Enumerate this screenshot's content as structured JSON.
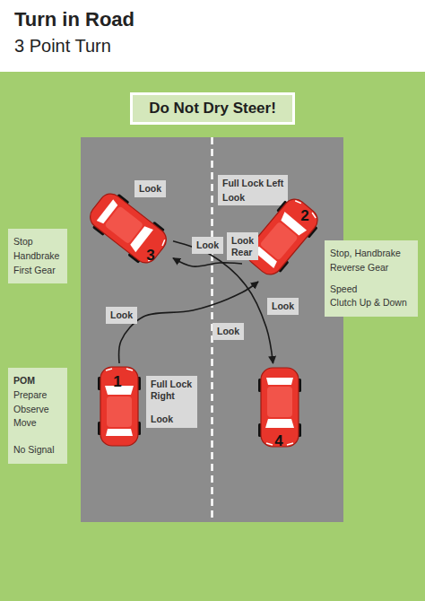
{
  "diagram": {
    "title": "Turn in Road",
    "nodes": [
      {
        "text": [
          "Do Not Dry Steer!"
        ]
      },
      {
        "text": [
          "Look"
        ]
      },
      {
        "text": [
          "Full Lock Left",
          "Look"
        ]
      },
      {
        "text": [
          "2"
        ]
      },
      {
        "text": [
          "Stop",
          "Handbrake",
          "First Gear"
        ]
      },
      {
        "text": [
          "3"
        ]
      },
      {
        "text": [
          "Look"
        ]
      },
      {
        "text": [
          "Look Rear"
        ]
      },
      {
        "text": [
          "Stop, Handbrake",
          "Reverse Gear",
          "Speed",
          "Clutch Up & Down"
        ]
      },
      {
        "text": [
          "Look"
        ]
      },
      {
        "text": [
          "Look"
        ]
      },
      {
        "text": [
          "Look"
        ]
      },
      {
        "text": [
          "1"
        ]
      },
      {
        "text": [
          "Full Lock Right",
          "Look"
        ]
      },
      {
        "text": [
          "POM",
          "Prepare",
          "Observe",
          "Move",
          "No Signal"
        ]
      },
      {
        "text": [
          "4"
        ]
      }
    ],
    "edges": [
      {
        "from": 12,
        "to": 3,
        "arrow": "to"
      },
      {
        "from": 3,
        "to": 5,
        "arrow": "to"
      },
      {
        "from": 5,
        "to": 15,
        "arrow": "to"
      }
    ],
    "labels": [
      "3 Point Turn"
    ]
  }
}
